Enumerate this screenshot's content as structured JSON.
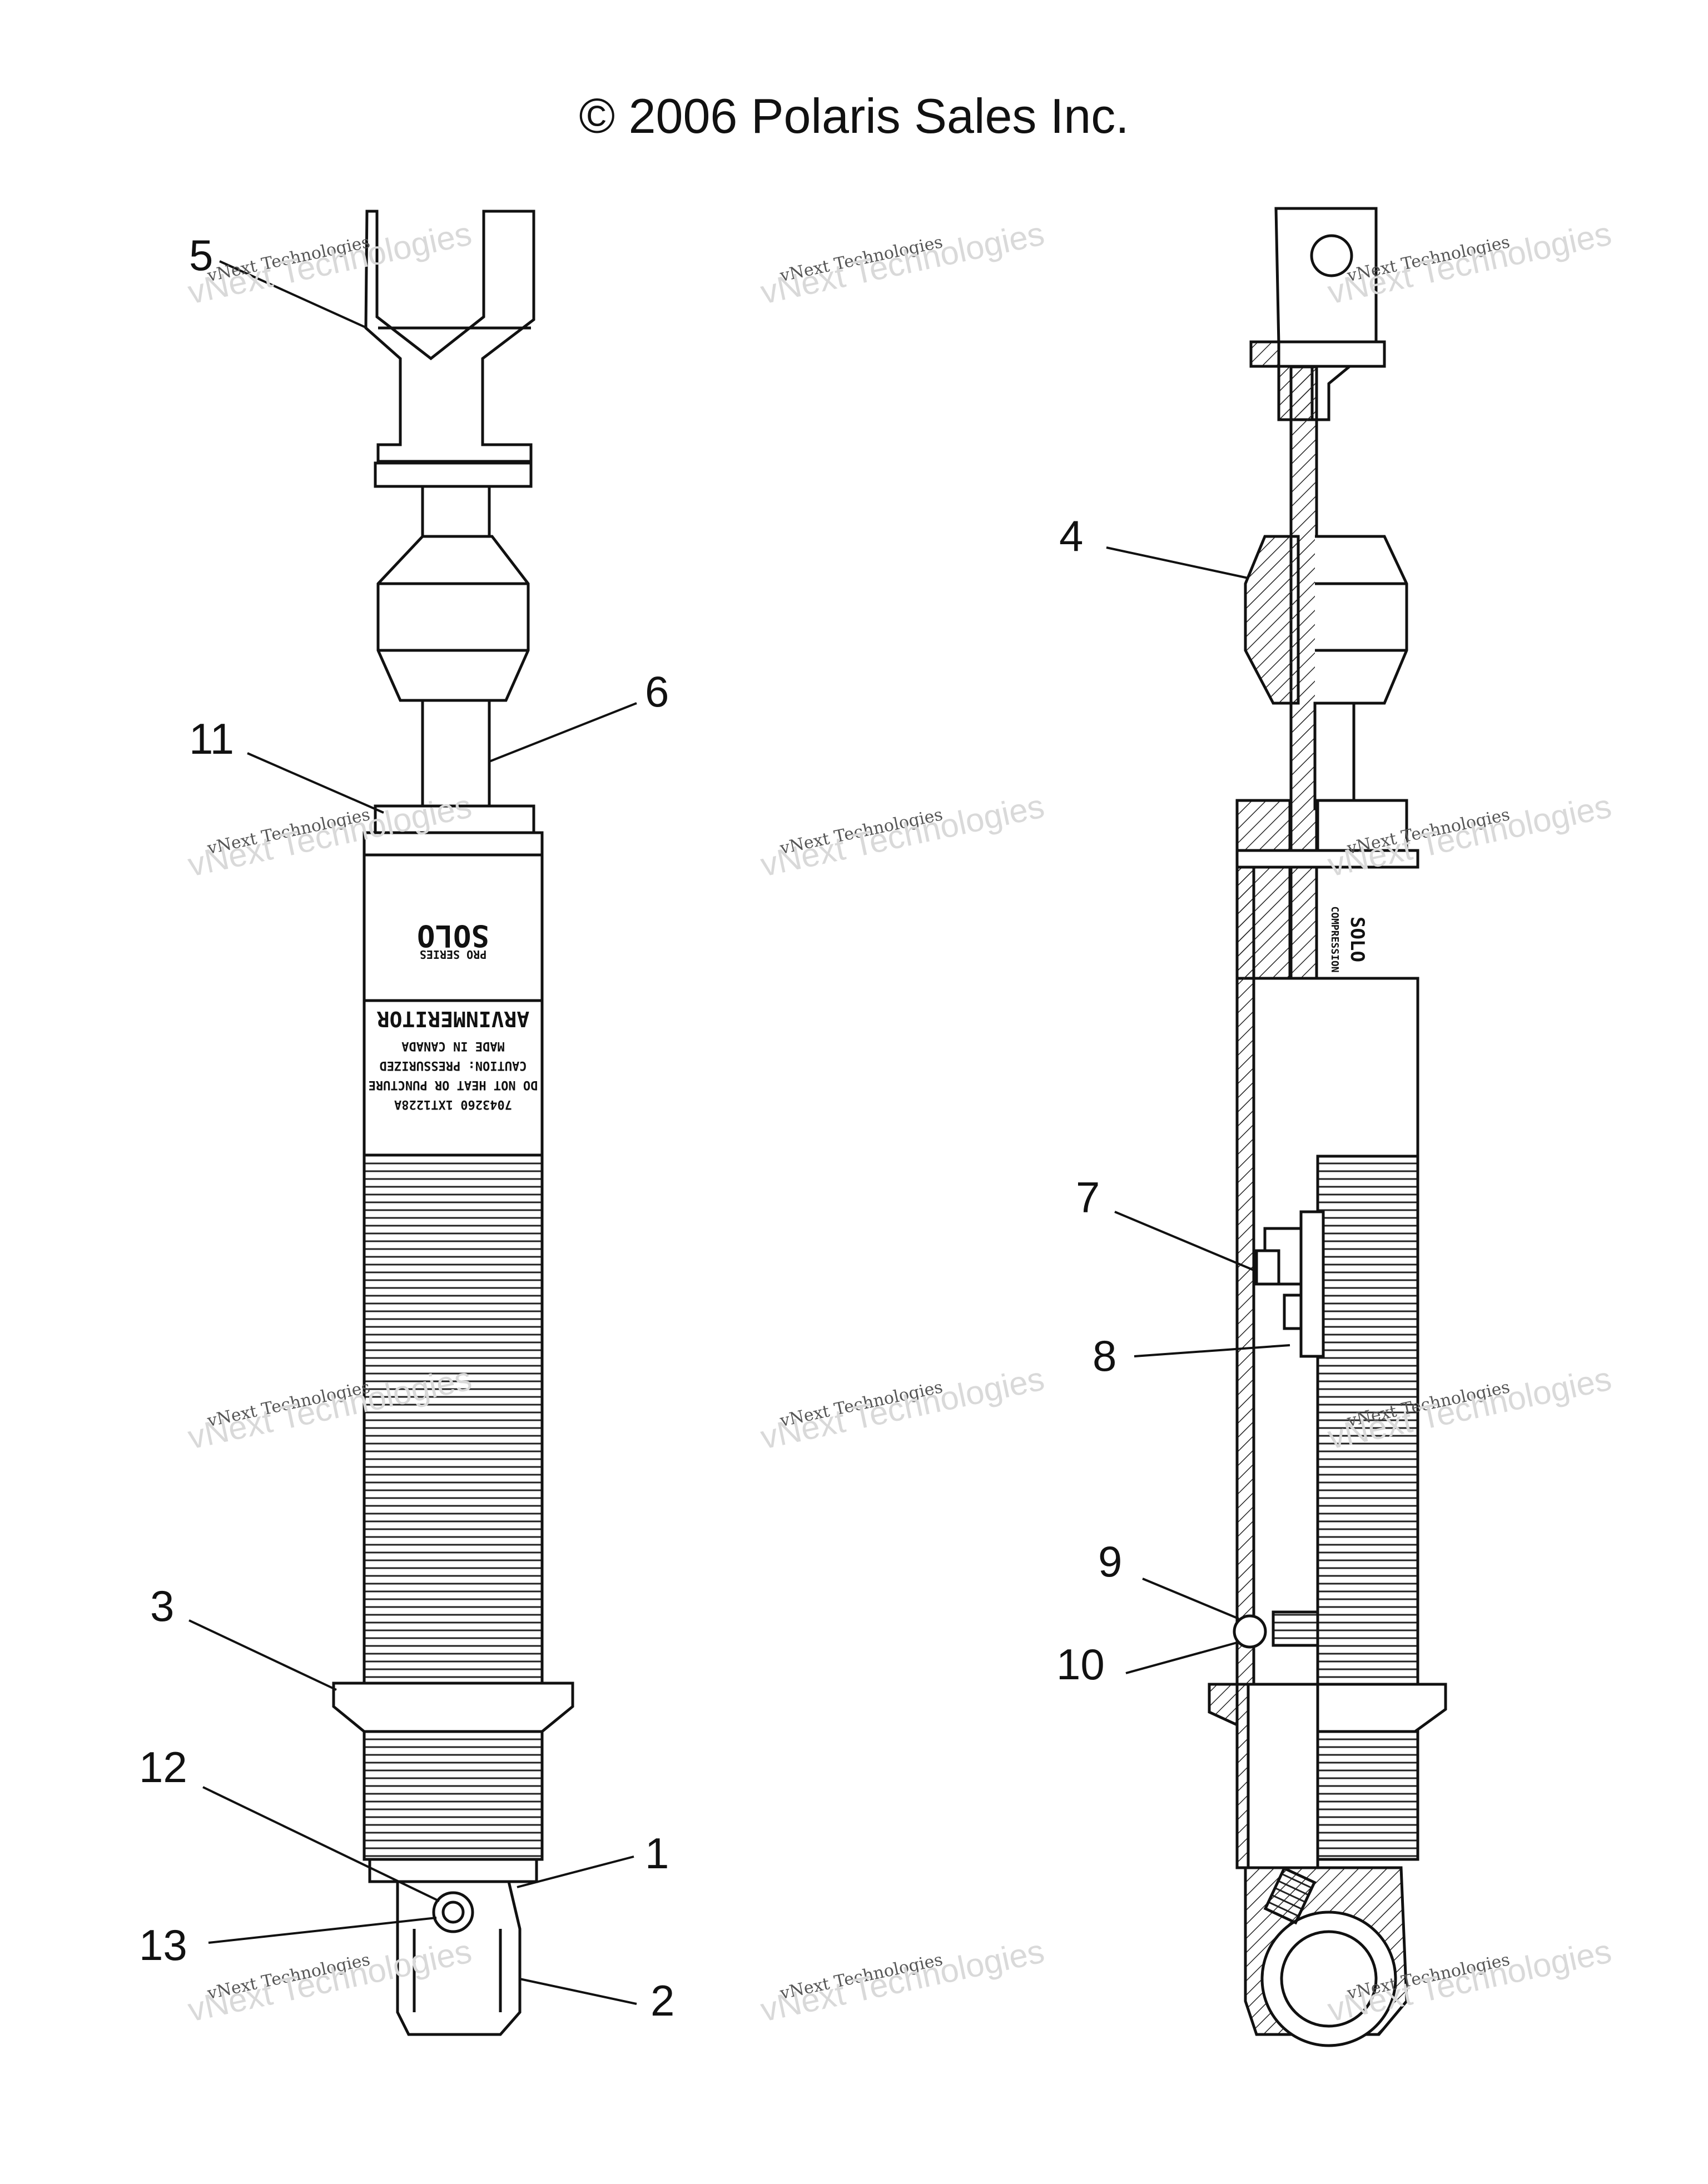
{
  "copyright": "© 2006 Polaris Sales Inc.",
  "callouts": [
    {
      "id": "1",
      "text": "1"
    },
    {
      "id": "2",
      "text": "2"
    },
    {
      "id": "3",
      "text": "3"
    },
    {
      "id": "4",
      "text": "4"
    },
    {
      "id": "5",
      "text": "5"
    },
    {
      "id": "6",
      "text": "6"
    },
    {
      "id": "7",
      "text": "7"
    },
    {
      "id": "8",
      "text": "8"
    },
    {
      "id": "9",
      "text": "9"
    },
    {
      "id": "10",
      "text": "10"
    },
    {
      "id": "11",
      "text": "11"
    },
    {
      "id": "12",
      "text": "12"
    },
    {
      "id": "13",
      "text": "13"
    }
  ],
  "watermark": {
    "line1": "vNext Technologies",
    "line2": "vNext Technologies"
  },
  "shock_label": {
    "brand": "ARVINMERITOR",
    "made_in": "MADE IN CANADA",
    "caution": "CAUTION: PRESSURIZED",
    "warning": "DO NOT HEAT OR PUNCTURE",
    "part_no": "7043260  1XT1228A",
    "model": "SOLO",
    "series": "PRO SERIES",
    "model_right": "SOLO",
    "compression": "COMPRESSION"
  }
}
